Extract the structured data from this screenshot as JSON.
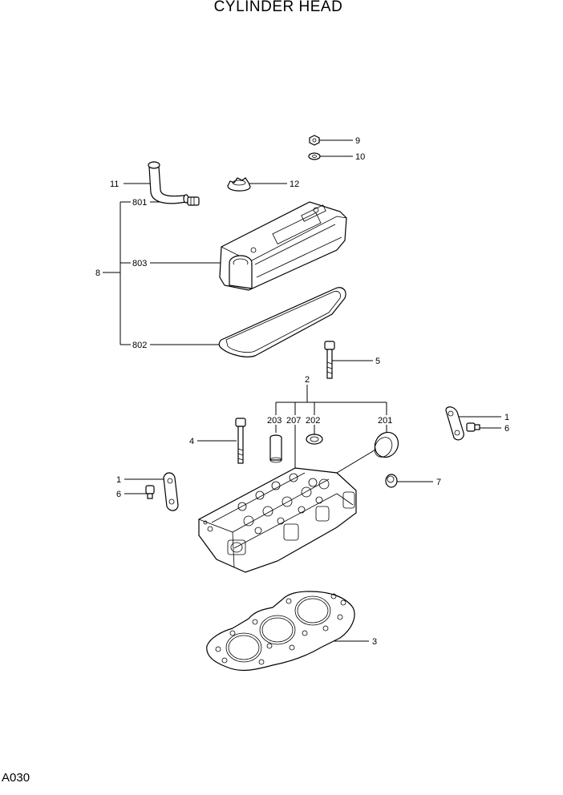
{
  "page": {
    "title": "CYLINDER HEAD",
    "page_number": "A030"
  },
  "callouts": {
    "c9": "9",
    "c10": "10",
    "c11": "11",
    "c12": "12",
    "c801": "801",
    "c8": "8",
    "c803": "803",
    "c802": "802",
    "c5": "5",
    "c2": "2",
    "c203": "203",
    "c207": "207",
    "c202": "202",
    "c201": "201",
    "c4": "4",
    "c1a": "1",
    "c6a": "6",
    "c1b": "1",
    "c6b": "6",
    "c7": "7",
    "c3": "3"
  }
}
